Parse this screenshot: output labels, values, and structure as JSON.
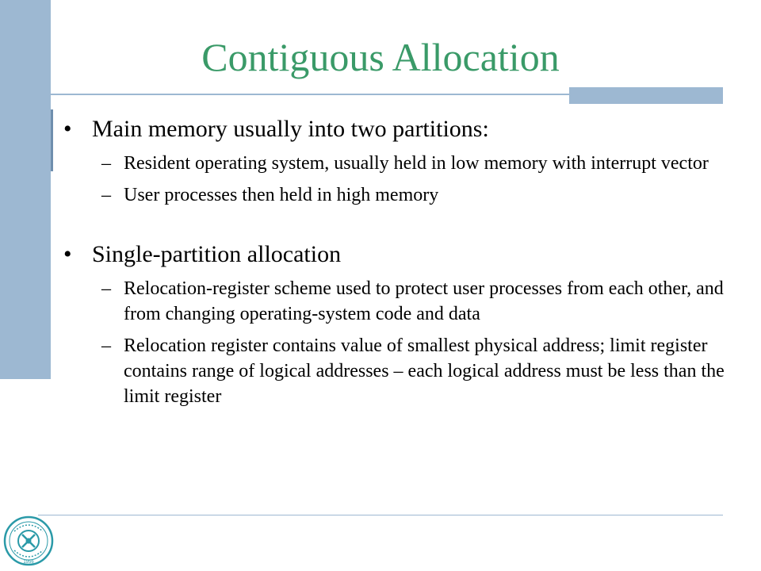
{
  "slide": {
    "title": "Contiguous Allocation",
    "bullets": [
      {
        "text": "Main memory usually into two partitions:",
        "subs": [
          "Resident operating system, usually held in low memory with interrupt vector",
          "User processes then held in high memory"
        ]
      },
      {
        "text": "Single-partition allocation",
        "subs": [
          "Relocation-register scheme used to protect user processes from each other, and from changing operating-system code and data",
          "Relocation register contains value of smallest physical address; limit register contains range of logical addresses – each logical address must be less than the limit register"
        ]
      }
    ],
    "bullet_mark": "•",
    "sub_mark": "–"
  },
  "colors": {
    "title": "#3a9a68",
    "accent_bar": "#9db8d2",
    "logo": "#2a9aa8"
  },
  "logo": {
    "icon": "university-seal-icon",
    "year": "1956"
  }
}
